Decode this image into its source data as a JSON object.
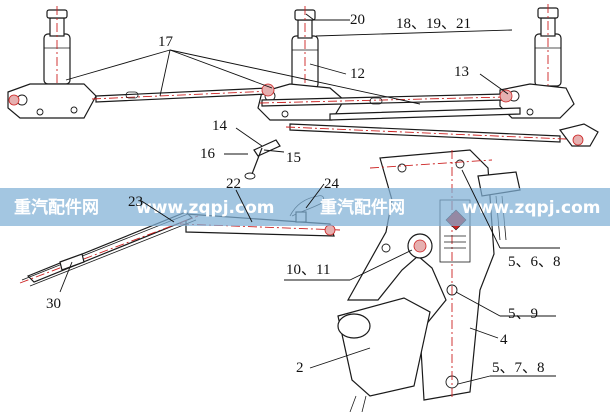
{
  "callouts": {
    "c17": "17",
    "c20": "20",
    "c18_19_21": "18、19、21",
    "c12": "12",
    "c13": "13",
    "c14": "14",
    "c16": "16",
    "c15": "15",
    "c22": "22",
    "c23": "23",
    "c24": "24",
    "c10_11": "10、11",
    "c30": "30",
    "c5_6_8": "5、6、8",
    "c5_9": "5、9",
    "c4": "4",
    "c2": "2",
    "c5_7_8": "5、7、8"
  },
  "watermark": {
    "text_left": "重汽配件网",
    "text_mid": "www.zqpj.com",
    "text_mid2": "重汽配件网",
    "text_right": "www.zqpj.com",
    "band_color": "#7fb0d6"
  },
  "colors": {
    "line": "#1a1a1a",
    "centerline": "#cc2222"
  }
}
